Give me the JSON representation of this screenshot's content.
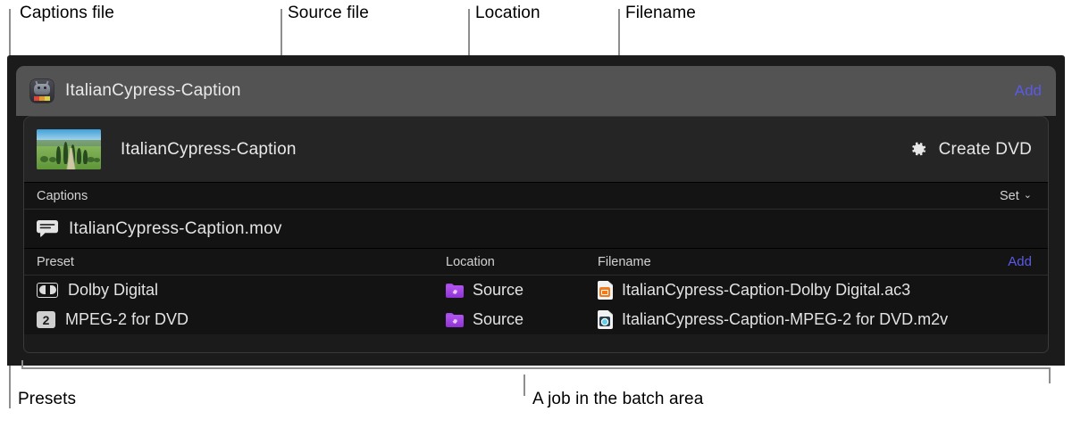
{
  "annotations": {
    "captions_file": "Captions file",
    "source_file": "Source file",
    "location": "Location",
    "filename": "Filename",
    "presets": "Presets",
    "batch_area": "A job in the batch area"
  },
  "colors": {
    "accent_link": "#5a5ae8",
    "window_bg": "#1b1b1b",
    "batch_header_bg": "#535353",
    "job_top_bg": "#252525",
    "row_bg": "#131313",
    "column_head_bg": "#141414",
    "text_primary": "#e9e9e9",
    "text_secondary": "#d2d2d2",
    "folder_purple": "#a44ce0",
    "audio_orange": "#f07b1e",
    "video_blue": "#5fd0e8"
  },
  "batch": {
    "app_icon": "compressor-app-icon",
    "title": "ItalianCypress-Caption",
    "add_label": "Add"
  },
  "job": {
    "thumbnail": "italian-cypress-landscape-thumbnail",
    "title": "ItalianCypress-Caption",
    "gear_icon": "gear-icon",
    "action_label": "Create DVD"
  },
  "captions_section": {
    "header_label": "Captions",
    "set_label": "Set",
    "chevron": "⌄",
    "file": {
      "icon": "caption-bubble-icon",
      "name": "ItalianCypress-Caption.mov"
    }
  },
  "presets_section": {
    "columns": {
      "preset": "Preset",
      "location": "Location",
      "filename": "Filename"
    },
    "add_label": "Add",
    "rows": [
      {
        "preset_icon": "dolby-digital-icon",
        "preset": "Dolby Digital",
        "location_icon": "purple-folder-gear-icon",
        "location": "Source",
        "file_icon": "audio-document-icon",
        "filename": "ItalianCypress-Caption-Dolby Digital.ac3"
      },
      {
        "preset_icon": "mpeg2-icon",
        "preset_badge_text": "2",
        "preset": "MPEG-2 for DVD",
        "location_icon": "purple-folder-gear-icon",
        "location": "Source",
        "file_icon": "video-document-icon",
        "filename": "ItalianCypress-Caption-MPEG-2 for DVD.m2v"
      }
    ]
  }
}
